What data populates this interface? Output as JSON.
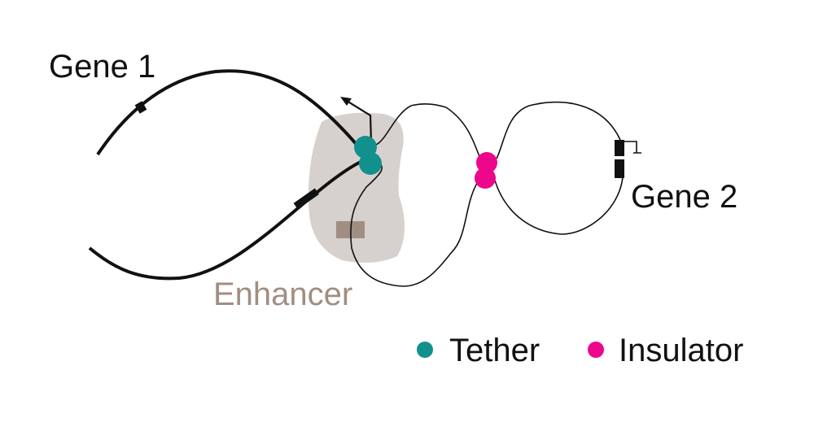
{
  "labels": {
    "gene1": "Gene 1",
    "gene2": "Gene 2",
    "enhancer": "Enhancer"
  },
  "legend": [
    {
      "label": "Tether",
      "color": "#12908e"
    },
    {
      "label": "Insulator",
      "color": "#ec078c"
    }
  ],
  "colors": {
    "enhancer_region": "#d7d1cd",
    "enhancer_block": "#a18e82",
    "enhancer_text": "#a18e82",
    "chromatin": "#111111"
  }
}
